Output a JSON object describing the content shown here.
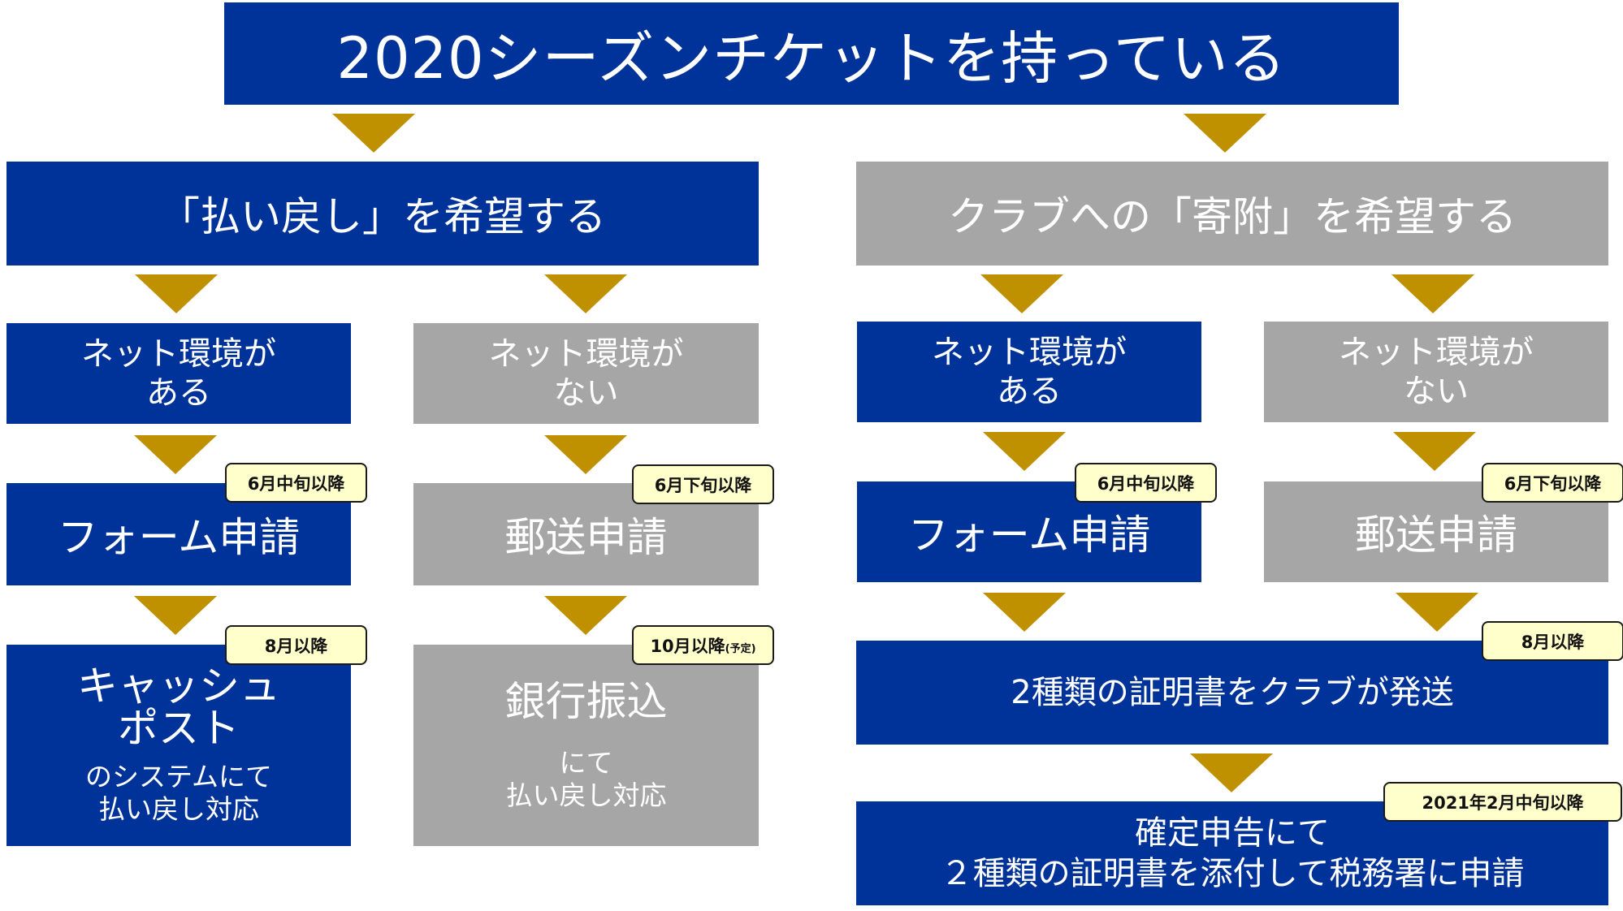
{
  "colors": {
    "blue": "#003399",
    "gray": "#a6a6a6",
    "arrow": "#bf9000",
    "badge": "#ffffcc"
  },
  "title": "2020シーズンチケットを持っている",
  "refund": {
    "header": "「払い戻し」を希望する",
    "net_yes": {
      "line1": "ネット環境が",
      "line2": "ある"
    },
    "net_no": {
      "line1": "ネット環境が",
      "line2": "ない"
    },
    "form": {
      "label": "フォーム申請",
      "badge": "6月中旬以降"
    },
    "mail": {
      "label": "郵送申請",
      "badge": "6月下旬以降"
    },
    "cash": {
      "line1": "キャッシュ",
      "line2": "ポスト",
      "sub1": "のシステムにて",
      "sub2": "払い戻し対応",
      "badge": "8月以降"
    },
    "bank": {
      "line1": "銀行振込",
      "sub1": "にて",
      "sub2": "払い戻し対応",
      "badge": "10月以降",
      "badge_note": "(予定)"
    }
  },
  "donation": {
    "header": "クラブへの「寄附」を希望する",
    "net_yes": {
      "line1": "ネット環境が",
      "line2": "ある"
    },
    "net_no": {
      "line1": "ネット環境が",
      "line2": "ない"
    },
    "form": {
      "label": "フォーム申請",
      "badge": "6月中旬以降"
    },
    "mail": {
      "label": "郵送申請",
      "badge": "6月下旬以降"
    },
    "certificate": {
      "label": "2種類の証明書をクラブが発送",
      "badge": "8月以降"
    },
    "tax": {
      "line1": "確定申告にて",
      "line2": "２種類の証明書を添付して税務署に申請",
      "badge": "2021年2月中旬以降"
    }
  }
}
